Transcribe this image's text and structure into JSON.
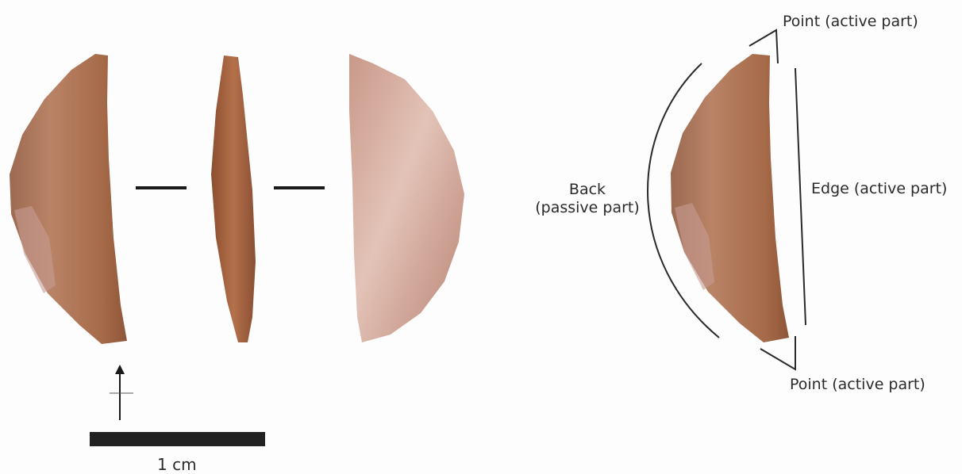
{
  "figure": {
    "views": [
      "dorsal",
      "profile",
      "ventral"
    ],
    "colors": {
      "flint_dark": "#8a5536",
      "flint_mid": "#b17a56",
      "flint_light": "#d8b2a2",
      "ink": "#1a1a1a"
    }
  },
  "annotations": {
    "point_top": "Point (active part)",
    "point_bottom": "Point (active part)",
    "edge": "Edge (active part)",
    "back_line1": "Back",
    "back_line2": "(passive part)"
  },
  "scale_bar": {
    "label": "1 cm"
  }
}
